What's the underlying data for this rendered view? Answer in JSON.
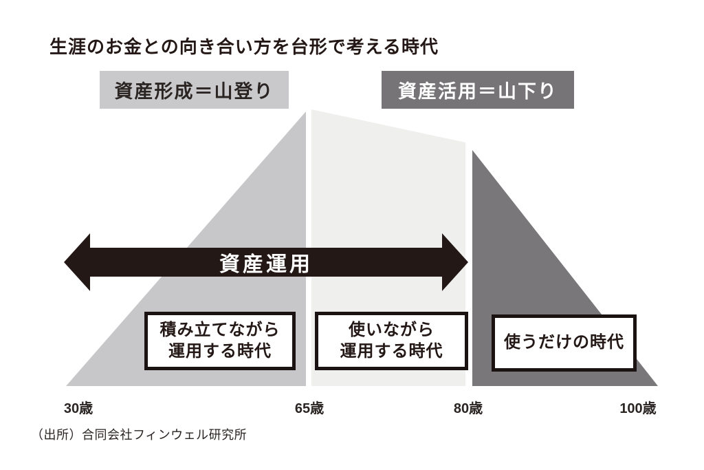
{
  "title": "生涯のお金との向き合い方を台形で考える時代",
  "colors": {
    "background": "#ffffff",
    "ascent_fill": "#c7c7c9",
    "plateau_fill": "#efefee",
    "descent_fill": "#79777a",
    "ascent_badge_bg": "#c9c8ca",
    "descent_badge_bg": "#767477",
    "arrow_fill": "#231815"
  },
  "badges": {
    "ascent": "資産形成＝山登り",
    "descent": "資産活用＝山下り"
  },
  "arrow": {
    "label": "資産運用"
  },
  "boxes": [
    {
      "lines": [
        "積み立てながら",
        "運用する時代"
      ]
    },
    {
      "lines": [
        "使いながら",
        "運用する時代"
      ]
    },
    {
      "lines": [
        "使うだけの時代"
      ]
    }
  ],
  "age_labels": [
    "30歳",
    "65歳",
    "80歳",
    "100歳"
  ],
  "source": "（出所）合同会社フィンウェル研究所"
}
